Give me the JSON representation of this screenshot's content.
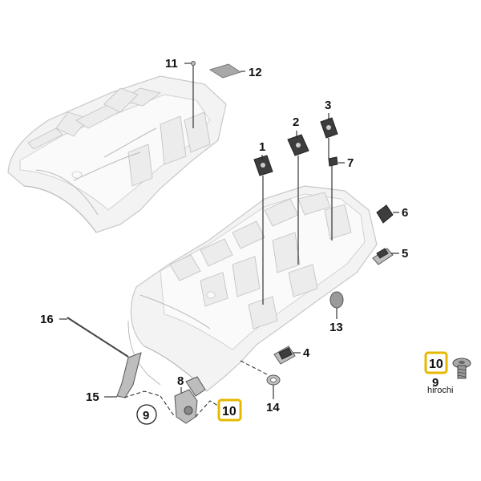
{
  "diagram": {
    "callouts": {
      "p1": "1",
      "p2": "2",
      "p3": "3",
      "p4": "4",
      "p5": "5",
      "p6": "6",
      "p7": "7",
      "p8": "8",
      "p9": "9",
      "p10": "10",
      "p11": "11",
      "p12": "12",
      "p13": "13",
      "p14": "14",
      "p15": "15",
      "p16": "16"
    },
    "inset": {
      "number_top": "10",
      "number_bottom": "9",
      "watermark": "hirochi"
    }
  }
}
